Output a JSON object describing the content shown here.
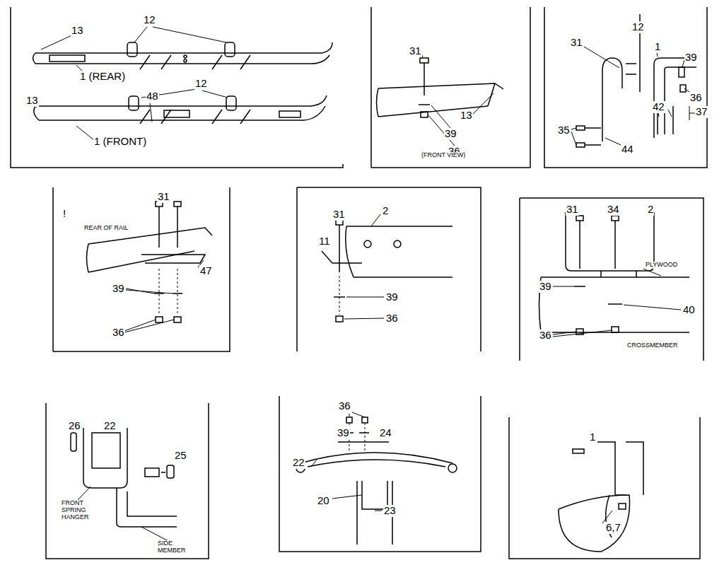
{
  "diagram": {
    "labels": [
      "13",
      "12",
      "1 (REAR)",
      "13",
      "12",
      "48",
      "1 (FRONT)",
      "31",
      "13",
      "39",
      "36",
      "(FRONT VIEW)",
      "12",
      "31",
      "1",
      "39",
      "36",
      "42",
      "37",
      "35",
      "44",
      "!",
      "31",
      "REAR OF RAIL",
      "47",
      "39",
      "36",
      "31",
      "2",
      "11",
      "39",
      "36",
      "31",
      "34",
      "2",
      "PLYWOOD",
      "39",
      "40",
      "36",
      "CROSSMEMBER",
      "26",
      "22",
      "25",
      "FRONT SPRING HANGER",
      "SIDE MEMBER",
      "36",
      "39",
      "24",
      "22",
      "20",
      "23",
      "1",
      "6,7"
    ]
  }
}
